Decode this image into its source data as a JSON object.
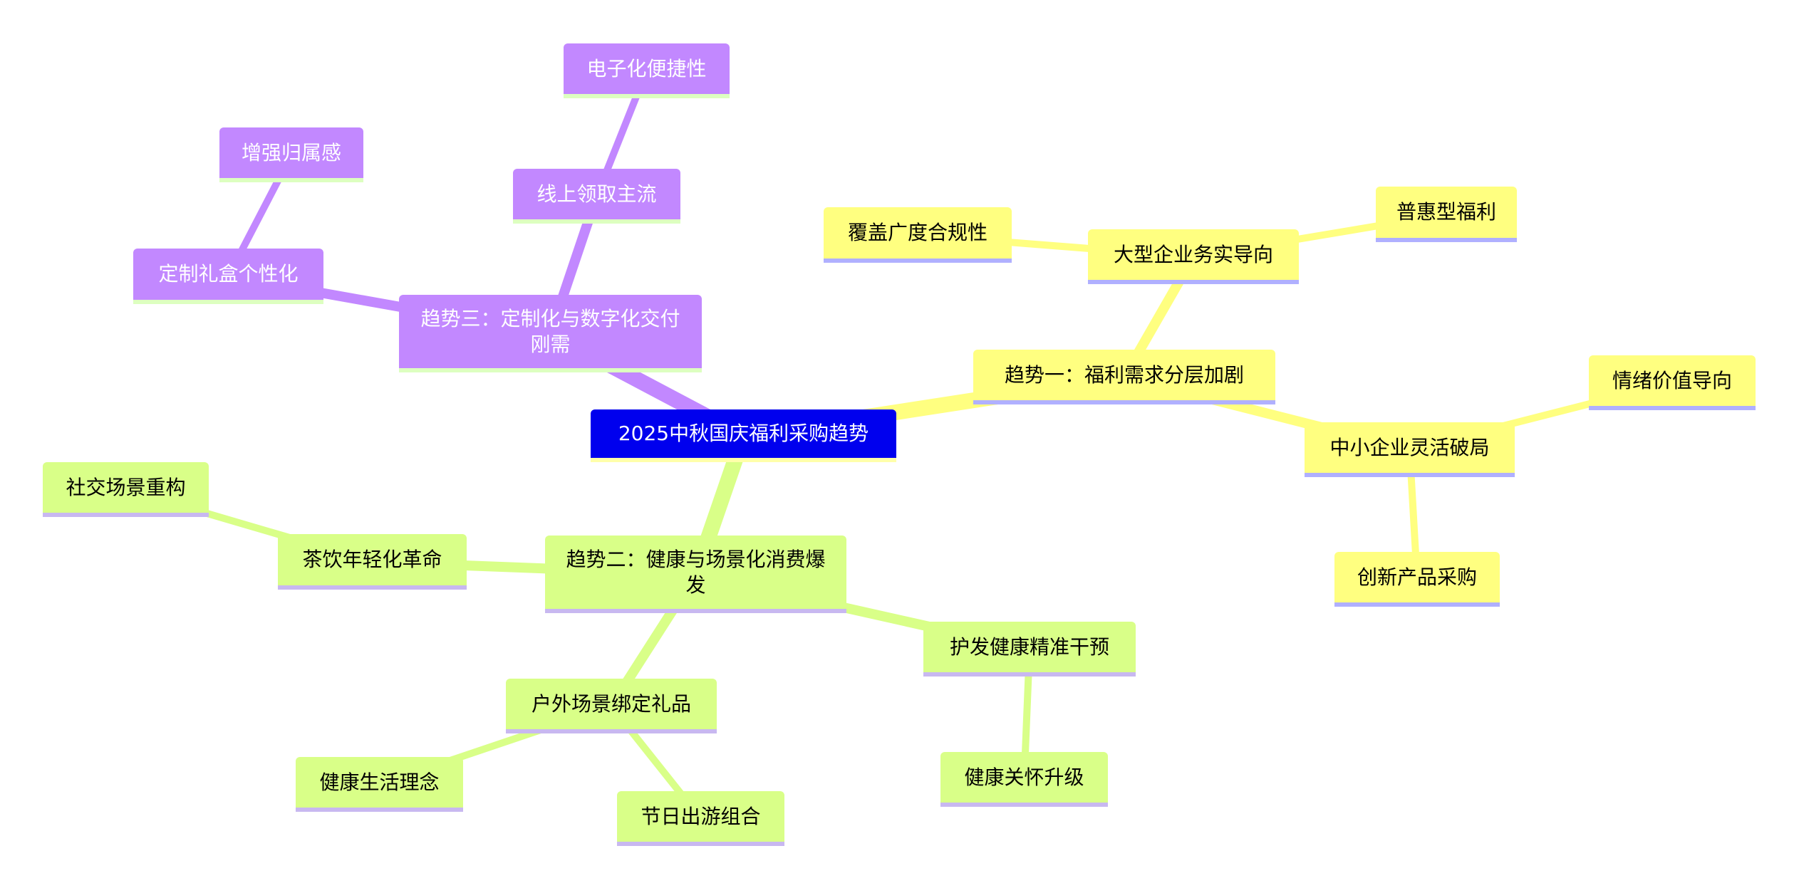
{
  "colors": {
    "trend1": "#ffff80",
    "trend2": "#d9ff88",
    "trend3": "#c288ff",
    "root": "#0000ee"
  },
  "root": "2025中秋国庆福利采购趋势",
  "trend1": {
    "label": "趋势一：福利需求分层加剧",
    "large": {
      "label": "大型企业务实导向",
      "children": [
        "覆盖广度合规性",
        "普惠型福利"
      ]
    },
    "small": {
      "label": "中小企业灵活破局",
      "children": [
        "情绪价值导向",
        "创新产品采购"
      ]
    }
  },
  "trend2": {
    "label": "趋势二：健康与场景化消费爆发",
    "tea": {
      "label": "茶饮年轻化革命",
      "children": [
        "社交场景重构"
      ]
    },
    "outdoor": {
      "label": "户外场景绑定礼品",
      "children": [
        "健康生活理念",
        "节日出游组合"
      ]
    },
    "hair": {
      "label": "护发健康精准干预",
      "children": [
        "健康关怀升级"
      ]
    }
  },
  "trend3": {
    "label": "趋势三：定制化与数字化交付刚需",
    "custom": {
      "label": "定制礼盒个性化",
      "children": [
        "增强归属感"
      ]
    },
    "online": {
      "label": "线上领取主流",
      "children": [
        "电子化便捷性"
      ]
    }
  }
}
